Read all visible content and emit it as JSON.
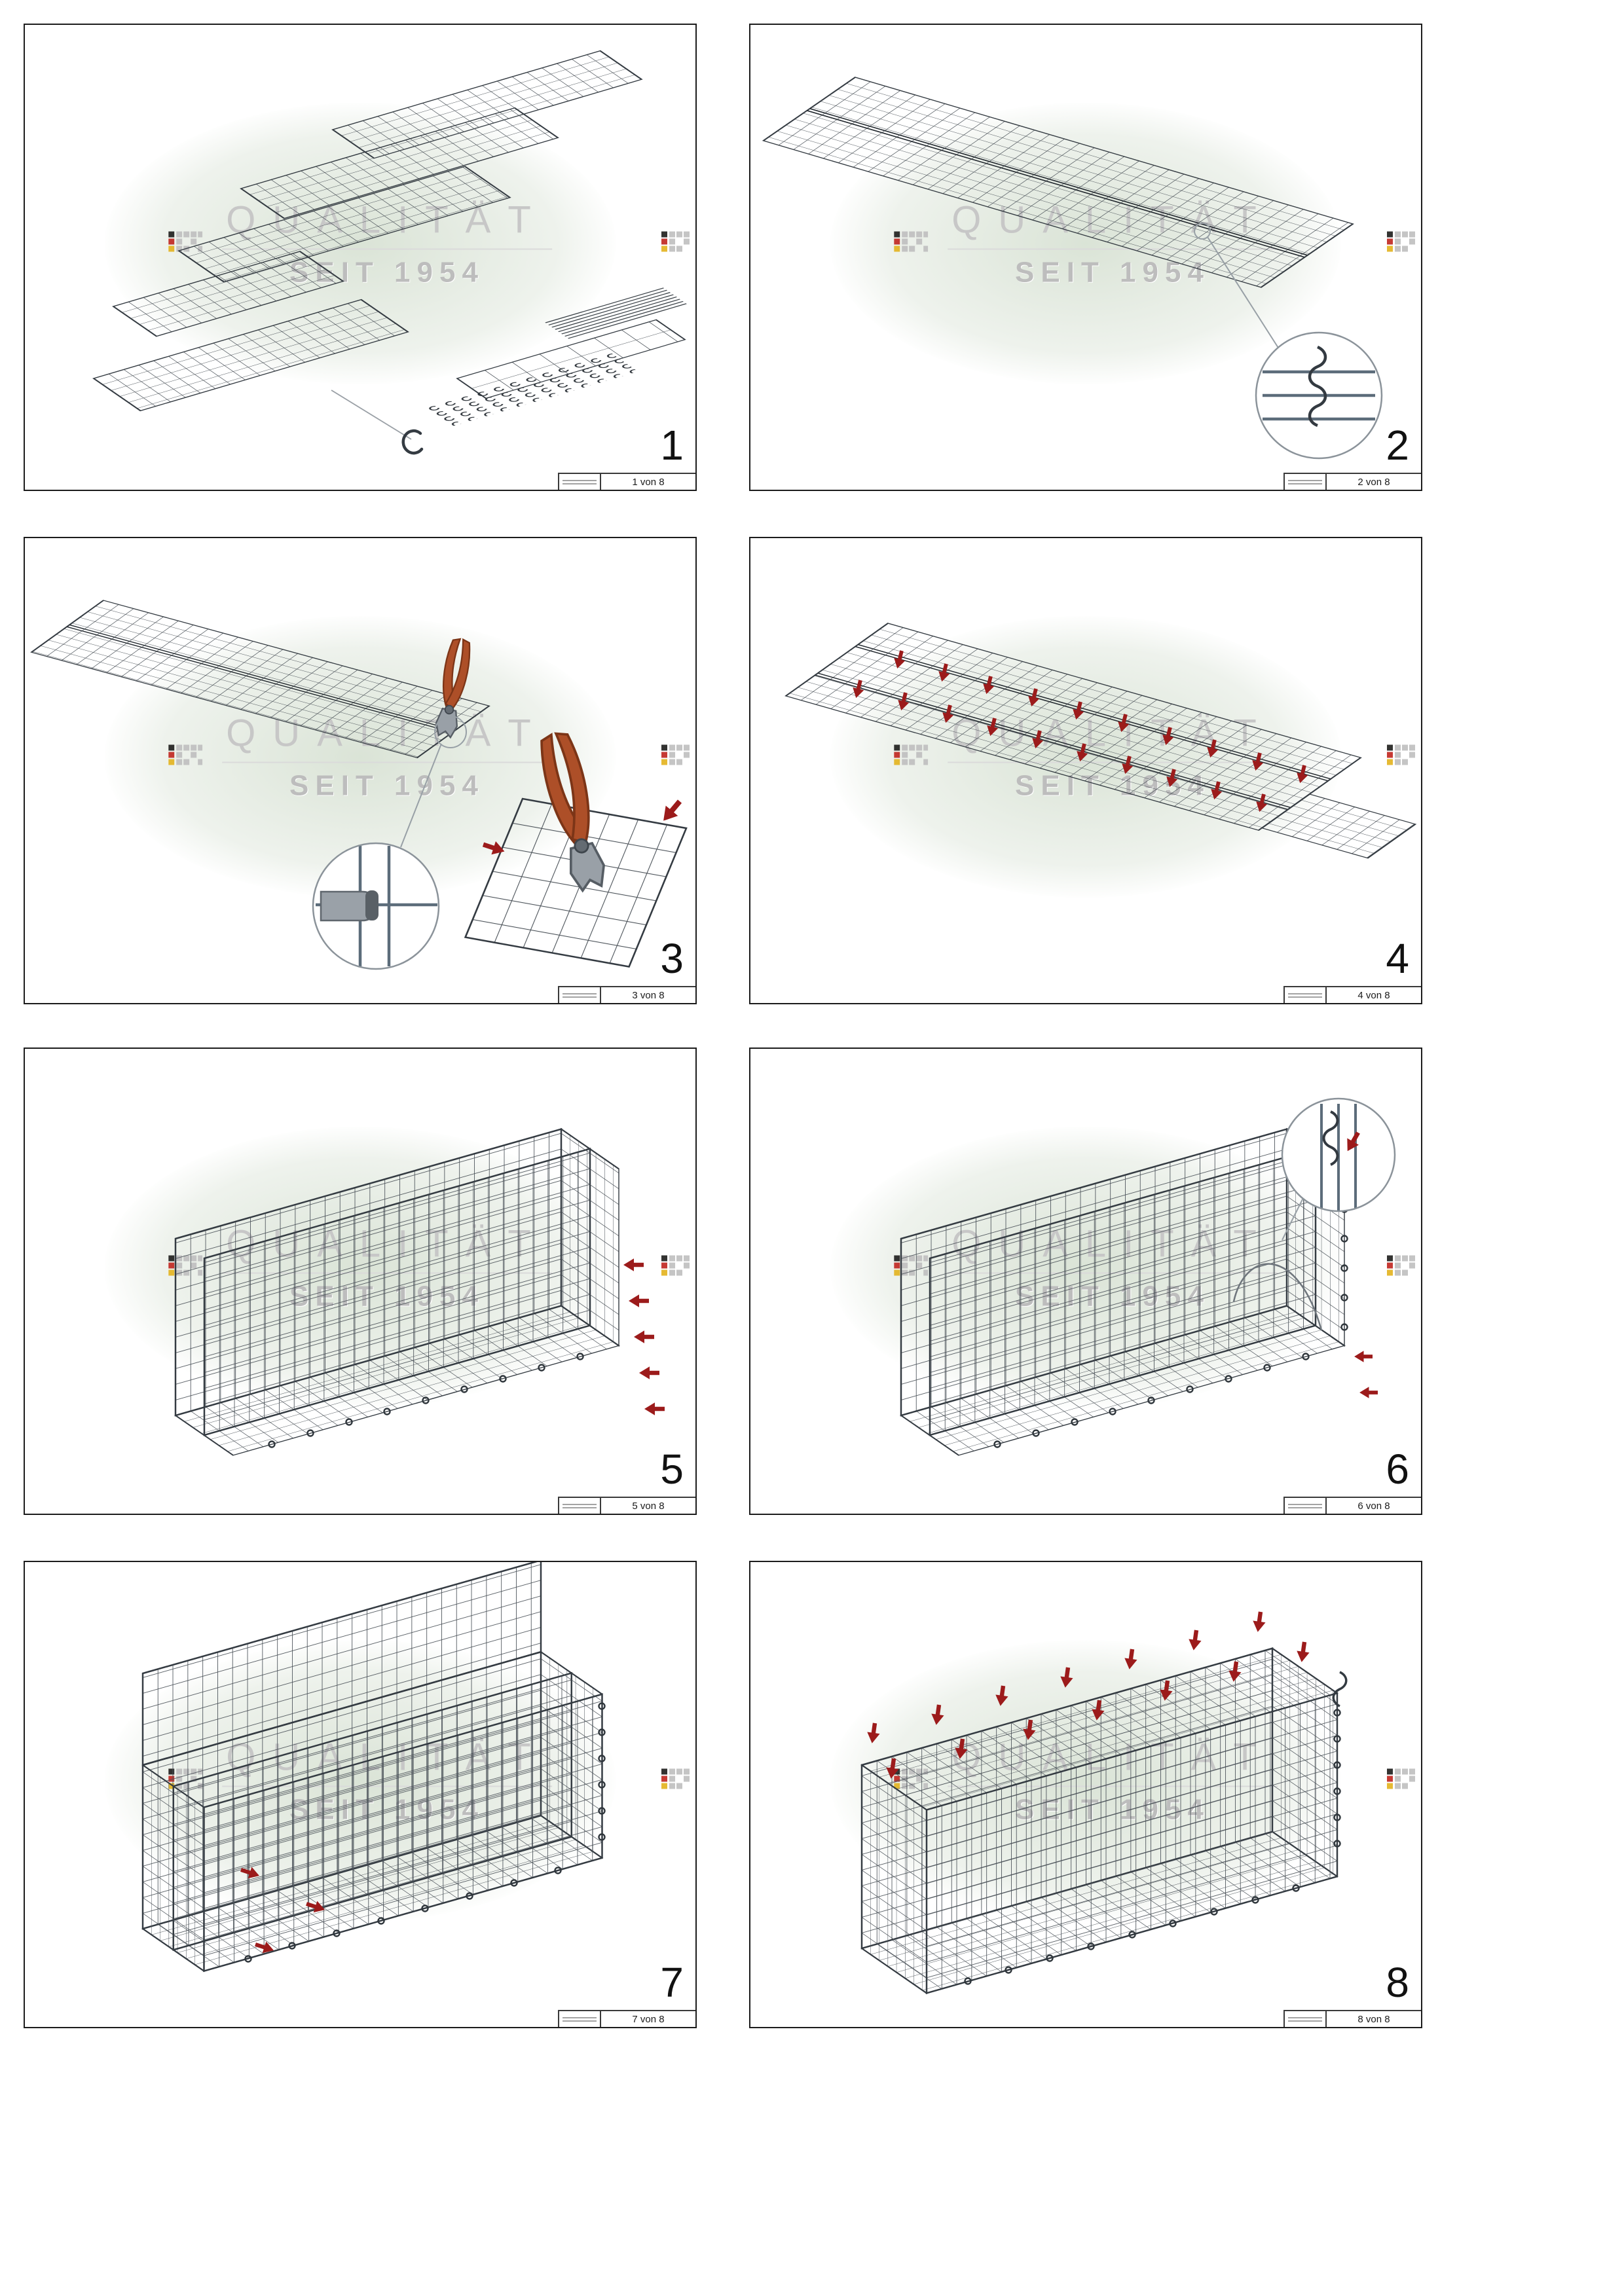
{
  "page": {
    "background": "#ffffff",
    "title": "Gabion assembly instructions, 8 steps"
  },
  "watermark": {
    "line1": "QUALITÄT",
    "line2": "SEIT 1954",
    "text_color": "#c7c7c7",
    "ellipse_color": "#cbd8c6",
    "flag_colors": [
      "#1d1d1b",
      "#c0251f",
      "#e4b31e"
    ]
  },
  "colors": {
    "mesh_wire": "#4a5158",
    "mesh_edge": "#343b42",
    "arrow_accent": "#9c1b1b",
    "detail_circle_stroke": "#8b939a",
    "tool_handle": "#ad4f28",
    "tool_head": "#99a0a7"
  },
  "icons": {
    "spiral-hook-icon": "C-shaped spiral connector",
    "clip-icon": "small C-ring clip",
    "pliers-icon": "crimping pliers",
    "red-arrow-icon": "assembly direction arrow",
    "magnifier-detail-icon": "zoom detail circle"
  },
  "panels": [
    {
      "number": "1",
      "page_label": "1 von 8"
    },
    {
      "number": "2",
      "page_label": "2 von 8"
    },
    {
      "number": "3",
      "page_label": "3 von 8"
    },
    {
      "number": "4",
      "page_label": "4 von 8"
    },
    {
      "number": "5",
      "page_label": "5 von 8"
    },
    {
      "number": "6",
      "page_label": "6 von 8"
    },
    {
      "number": "7",
      "page_label": "7 von 8"
    },
    {
      "number": "8",
      "page_label": "8 von 8"
    }
  ]
}
